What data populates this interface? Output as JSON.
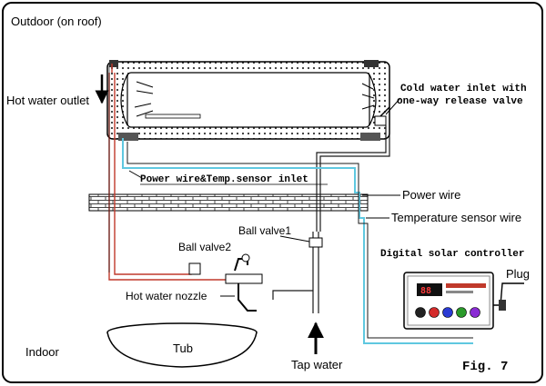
{
  "labels": {
    "outdoor": "Outdoor (on roof)",
    "hot_water_outlet": "Hot water outlet",
    "cold_water_inlet_line1": "Cold water inlet with",
    "cold_water_inlet_line2": "one-way release valve",
    "power_wire_temp_sensor_inlet": "Power wire&Temp.sensor inlet",
    "power_wire": "Power wire",
    "temperature_sensor_wire": "Temperature sensor wire",
    "ball_valve1": "Ball valve1",
    "ball_valve2": "Ball valve2",
    "digital_solar_controller": "Digital solar controller",
    "plug": "Plug",
    "hot_water_nozzle": "Hot water nozzle",
    "indoor": "Indoor",
    "tub": "Tub",
    "tap_water": "Tap water",
    "fig": "Fig. 7"
  },
  "controller": {
    "display": "88",
    "button_colors": [
      "#222222",
      "#d42a2a",
      "#2a3ad4",
      "#2a9a2a",
      "#8a2ad4"
    ]
  },
  "colors": {
    "hot_pipe": "#c0392b",
    "cold_pipe": "#1a1a1a",
    "sensor_wire": "#5fc8e0",
    "wall_brick": "#444444"
  }
}
